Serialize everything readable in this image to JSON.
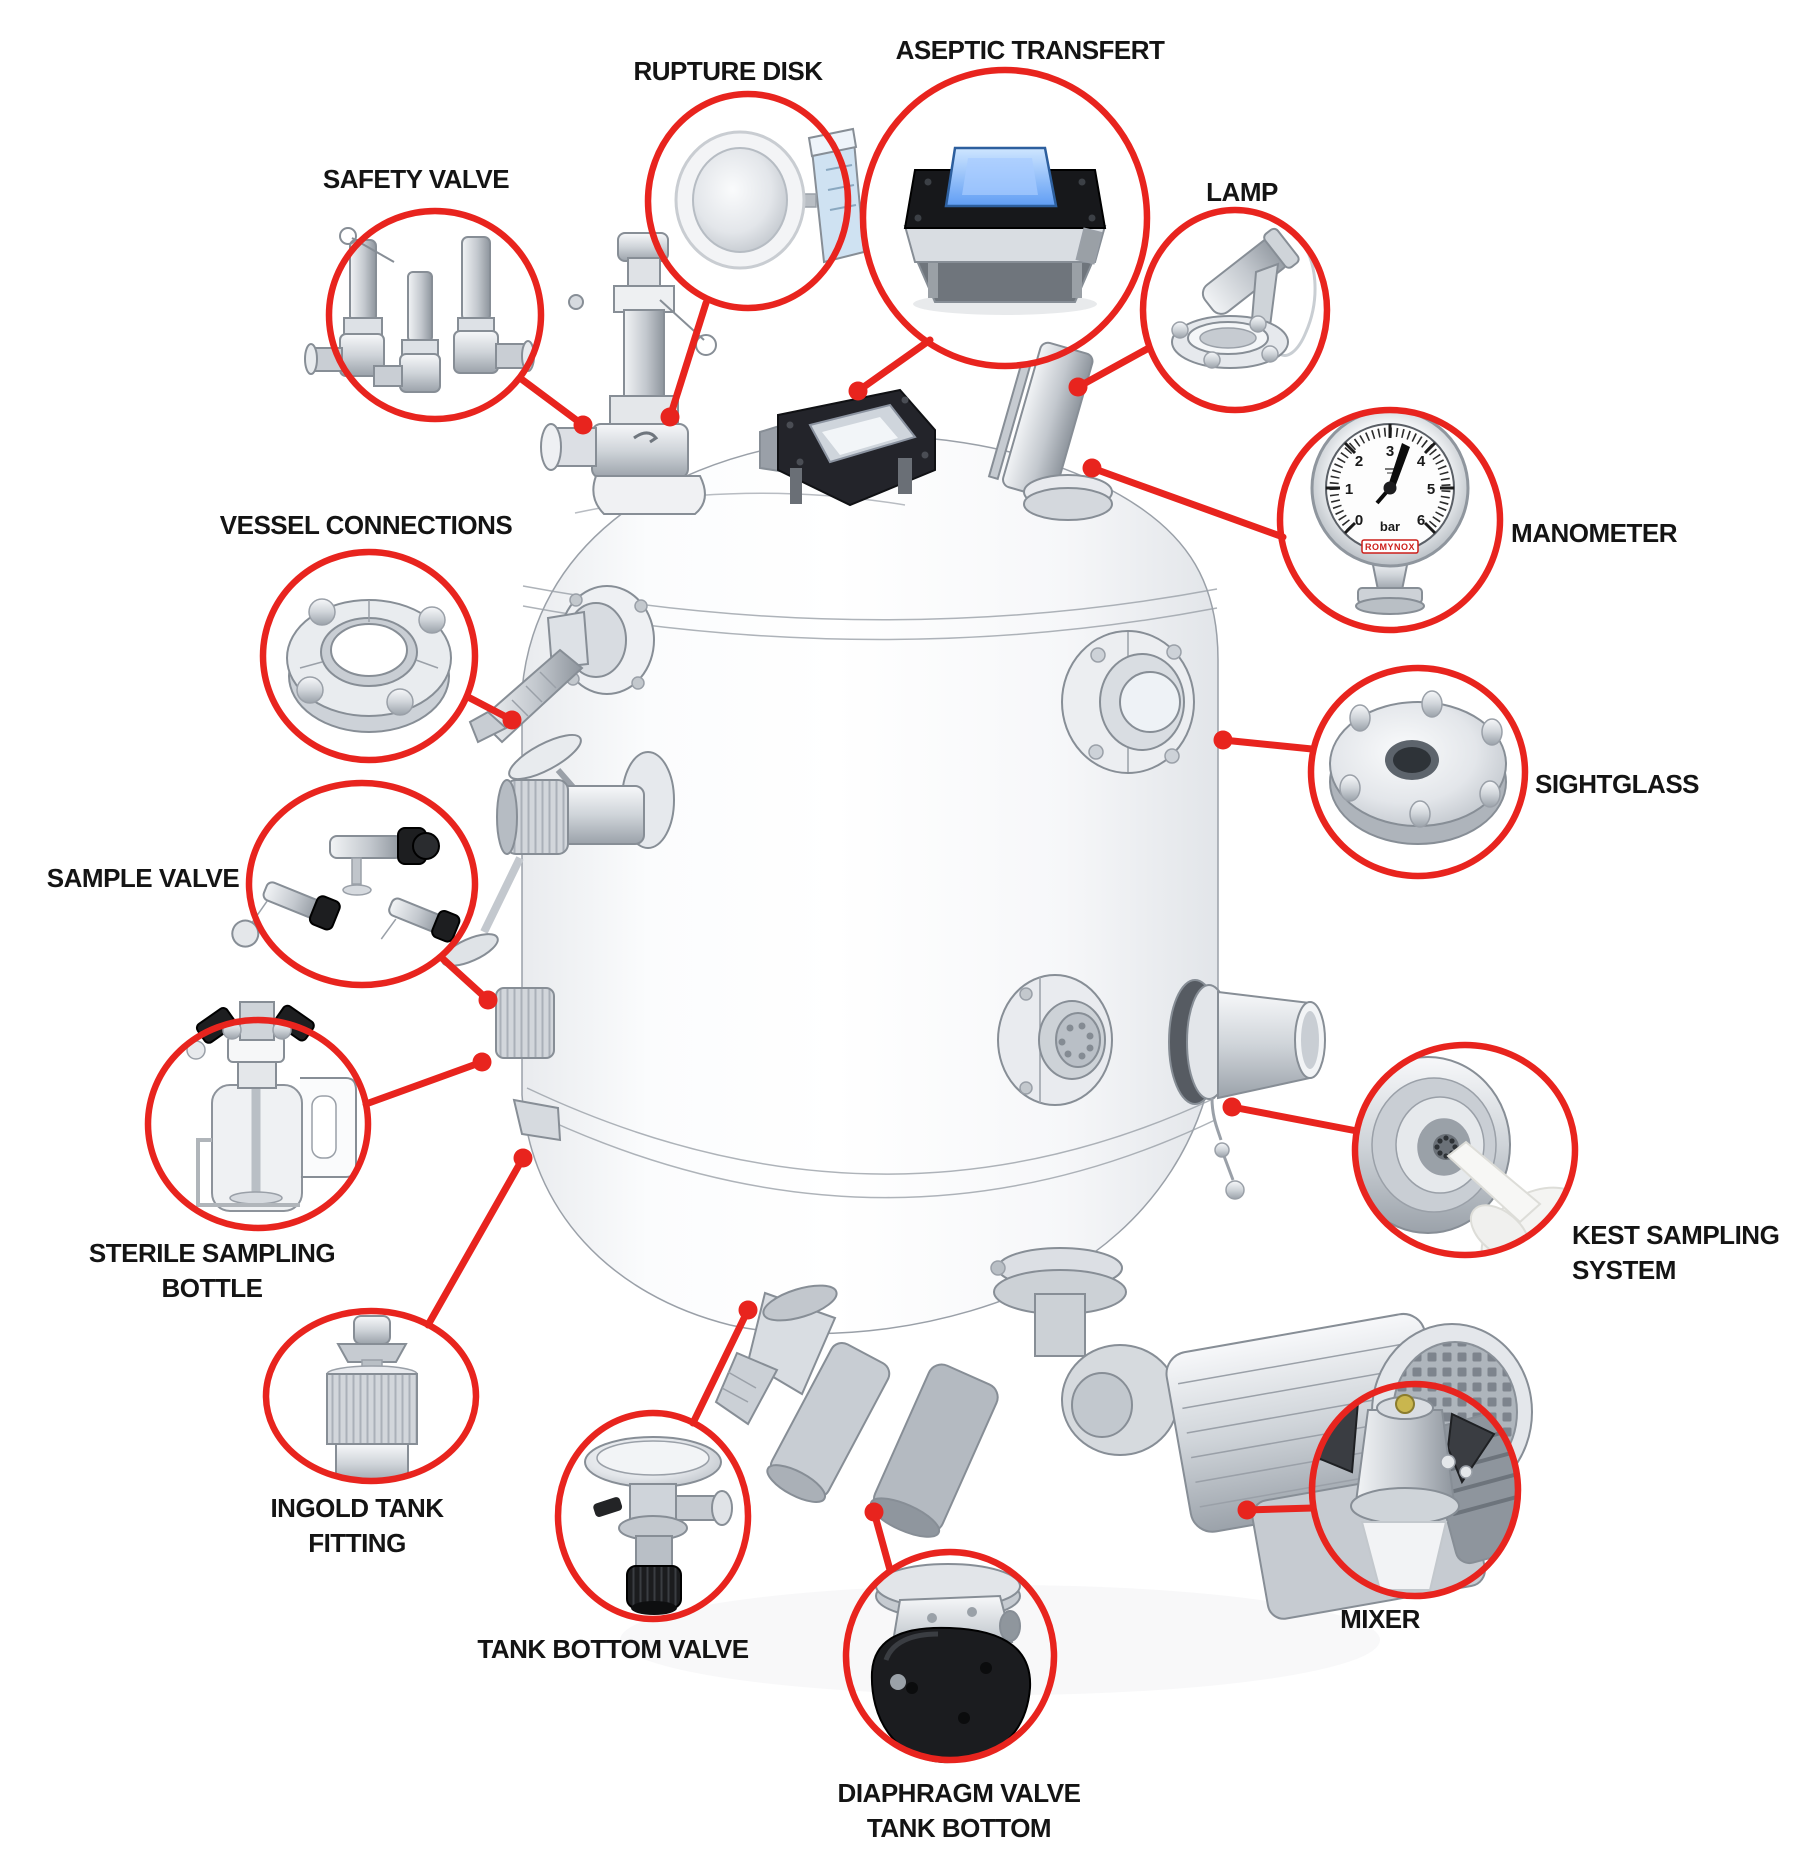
{
  "colors": {
    "accent_red": "#e8241e",
    "label_text": "#141414"
  },
  "components": [
    {
      "id": "safety-valve",
      "label": "SAFETY VALVE"
    },
    {
      "id": "rupture-disk",
      "label": "RUPTURE DISK"
    },
    {
      "id": "aseptic-transfert",
      "label": "ASEPTIC TRANSFERT"
    },
    {
      "id": "lamp",
      "label": "LAMP"
    },
    {
      "id": "manometer",
      "label": "MANOMETER"
    },
    {
      "id": "sightglass",
      "label": "SIGHTGLASS"
    },
    {
      "id": "vessel-connections",
      "label": "VESSEL CONNECTIONS"
    },
    {
      "id": "sample-valve",
      "label": "SAMPLE VALVE"
    },
    {
      "id": "sterile-sampling-bottle",
      "label": "STERILE SAMPLING\nBOTTLE"
    },
    {
      "id": "ingold-tank-fitting",
      "label": "INGOLD TANK\nFITTING"
    },
    {
      "id": "tank-bottom-valve",
      "label": "TANK BOTTOM VALVE"
    },
    {
      "id": "diaphragm-valve-tank-bottom",
      "label": "DIAPHRAGM VALVE\nTANK BOTTOM"
    },
    {
      "id": "mixer",
      "label": "MIXER"
    },
    {
      "id": "kest-sampling-system",
      "label": "KEST SAMPLING\nSYSTEM"
    }
  ],
  "manometer_dial": {
    "tick_labels": [
      "0",
      "1",
      "2",
      "3",
      "4",
      "5",
      "6"
    ],
    "unit": "bar",
    "brand": "ROMYNOX"
  }
}
